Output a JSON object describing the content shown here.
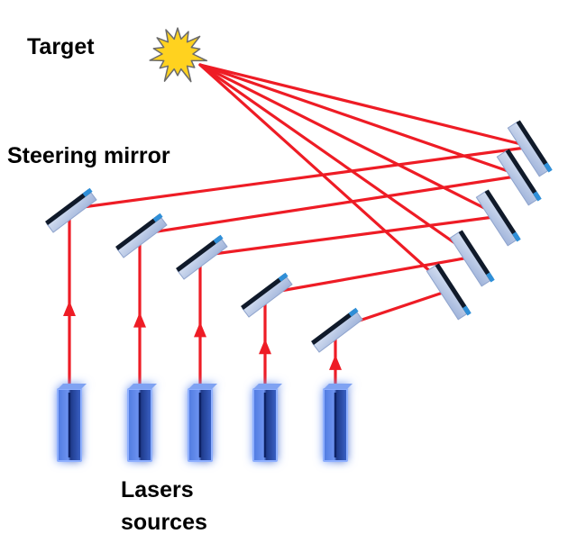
{
  "labels": {
    "target": "Target",
    "steering_mirror": "Steering mirror",
    "lasers_line1": "Lasers",
    "lasers_line2": "sources"
  },
  "colors": {
    "beam": "#ee1c25",
    "laser_body": "#3b63c8",
    "laser_glow": "#8fb0ff",
    "mirror_face": "#b8c8e8",
    "mirror_edge": "#101a2a",
    "mirror_blue_edge": "#2f8fd8",
    "star_fill": "#ffd21f",
    "star_stroke": "#6b6b6b"
  },
  "icons": {
    "target": "star-burst-icon",
    "laser": "laser-source-icon",
    "mirror": "mirror-icon"
  }
}
